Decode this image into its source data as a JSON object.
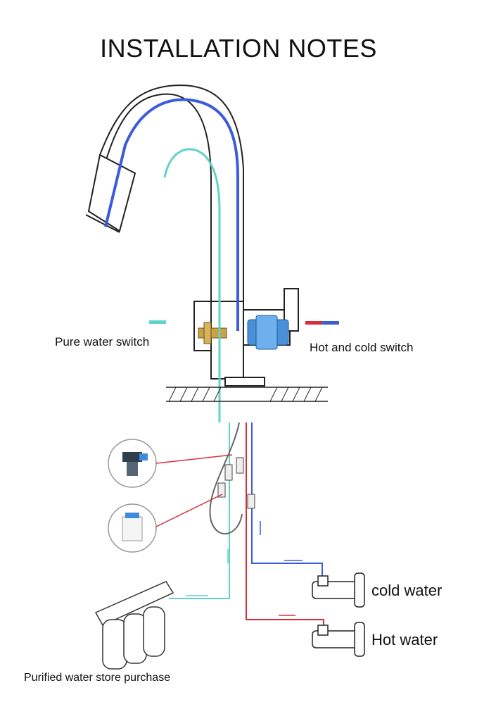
{
  "title": "INSTALLATION NOTES",
  "labels": {
    "pure_water_switch": "Pure water switch",
    "hot_and_cold_switch": "Hot and cold switch",
    "cold_water": "cold water",
    "hot_water": "Hot water",
    "purified_water": "Purified water store purchase"
  },
  "colors": {
    "pure_water": "#5fd3c8",
    "mixed_water": "#3b5bdb",
    "hot_water": "#d62f3a",
    "cold_water": "#3b5bdb",
    "outline": "#222222"
  }
}
